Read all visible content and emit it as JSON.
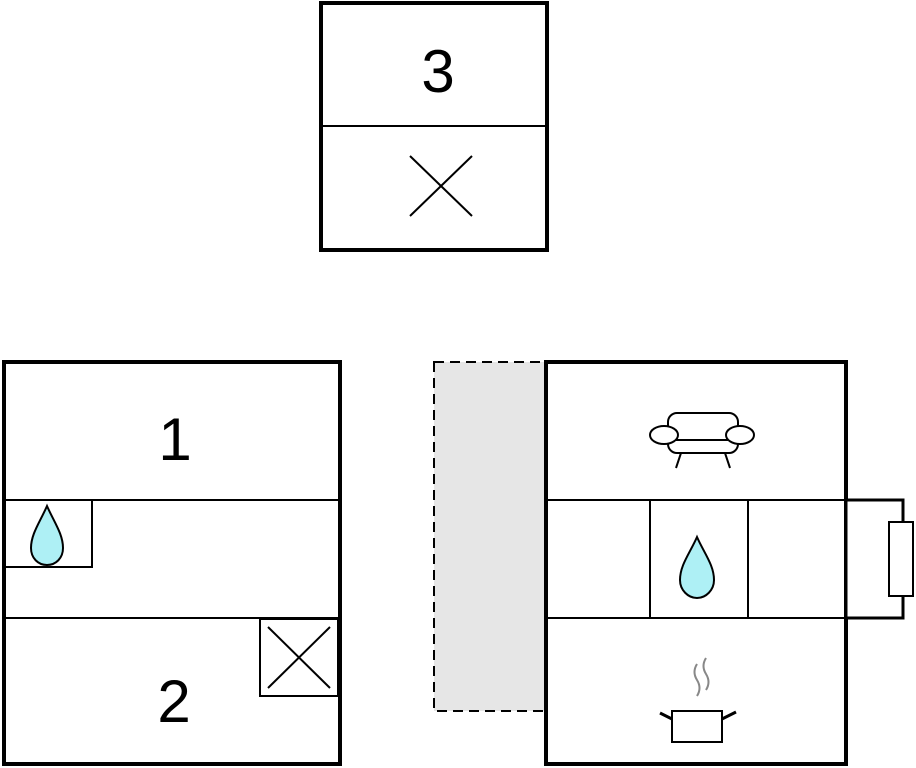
{
  "rooms": [
    {
      "label": "3",
      "icon": "cross-icon"
    },
    {
      "label": "1"
    },
    {
      "label": "2",
      "icon": "cross-icon"
    }
  ],
  "icons": {
    "water_drop": "water-drop-icon",
    "sofa": "sofa-icon",
    "cooking_pot": "cooking-pot-icon",
    "cross": "cross-icon"
  },
  "colors": {
    "wall": "#000000",
    "water": "#aef0f5",
    "terrace": "#e6e6e6",
    "steam": "#888888",
    "background": "#ffffff"
  }
}
